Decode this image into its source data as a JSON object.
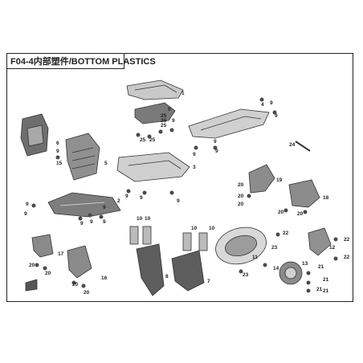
{
  "title": "F04-4内部塑件/BOTTOM PLASTICS",
  "colors": {
    "line": "#333333",
    "part_dark": "#5a5a5a",
    "part_mid": "#8a8a8a",
    "part_light": "#d6d6d6",
    "accent": "#c0392b",
    "frame": "#222222"
  },
  "callouts": [
    {
      "text": "1"
    },
    {
      "text": "9"
    },
    {
      "text": "9"
    },
    {
      "text": "25"
    },
    {
      "text": "25"
    },
    {
      "text": "26"
    },
    {
      "text": "25"
    },
    {
      "text": "25"
    },
    {
      "text": "4"
    },
    {
      "text": "9"
    },
    {
      "text": "9"
    },
    {
      "text": "9"
    },
    {
      "text": "9"
    },
    {
      "text": "24"
    },
    {
      "text": "6"
    },
    {
      "text": "15"
    },
    {
      "text": "5"
    },
    {
      "text": "9"
    },
    {
      "text": "9"
    },
    {
      "text": "3"
    },
    {
      "text": "9"
    },
    {
      "text": "9"
    },
    {
      "text": "9"
    },
    {
      "text": "9"
    },
    {
      "text": "9"
    },
    {
      "text": "9"
    },
    {
      "text": "2"
    },
    {
      "text": "9"
    },
    {
      "text": "9"
    },
    {
      "text": "9"
    },
    {
      "text": "19"
    },
    {
      "text": "20"
    },
    {
      "text": "20"
    },
    {
      "text": "20"
    },
    {
      "text": "18"
    },
    {
      "text": "20"
    },
    {
      "text": "20"
    },
    {
      "text": "10"
    },
    {
      "text": "10"
    },
    {
      "text": "10"
    },
    {
      "text": "10"
    },
    {
      "text": "8"
    },
    {
      "text": "7"
    },
    {
      "text": "22"
    },
    {
      "text": "23"
    },
    {
      "text": "11"
    },
    {
      "text": "14"
    },
    {
      "text": "23"
    },
    {
      "text": "22"
    },
    {
      "text": "12"
    },
    {
      "text": "22"
    },
    {
      "text": "13"
    },
    {
      "text": "21"
    },
    {
      "text": "21"
    },
    {
      "text": "21"
    },
    {
      "text": "21"
    },
    {
      "text": "17"
    },
    {
      "text": "20"
    },
    {
      "text": "20"
    },
    {
      "text": "16"
    },
    {
      "text": "20"
    },
    {
      "text": "20"
    }
  ]
}
